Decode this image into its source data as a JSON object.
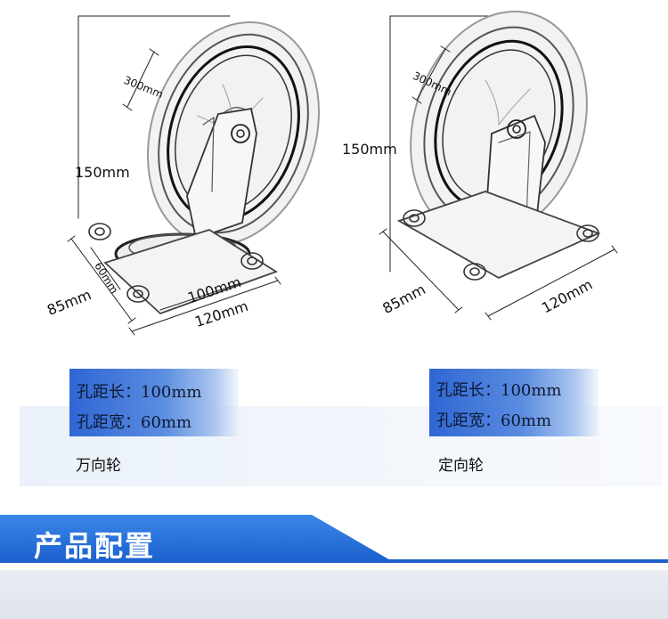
{
  "left_caster": {
    "dims": {
      "height": "150mm",
      "wheel": "300mm",
      "plate_width": "60mm",
      "plate_depth": "85mm",
      "hole_length": "100mm",
      "plate_length": "120mm"
    },
    "spec": {
      "line1": "孔距长：100mm",
      "line2": "孔距宽：60mm"
    },
    "caption": "万向轮"
  },
  "right_caster": {
    "dims": {
      "height": "150mm",
      "wheel": "300mm",
      "plate_depth": "85mm",
      "plate_length": "120mm"
    },
    "spec": {
      "line1": "孔距长：100mm",
      "line2": "孔距宽：60mm"
    },
    "caption": "定向轮"
  },
  "section": {
    "title": "产品配置"
  },
  "colors": {
    "accent": "#1f5fc9",
    "spec_box": "#2f66d4"
  }
}
